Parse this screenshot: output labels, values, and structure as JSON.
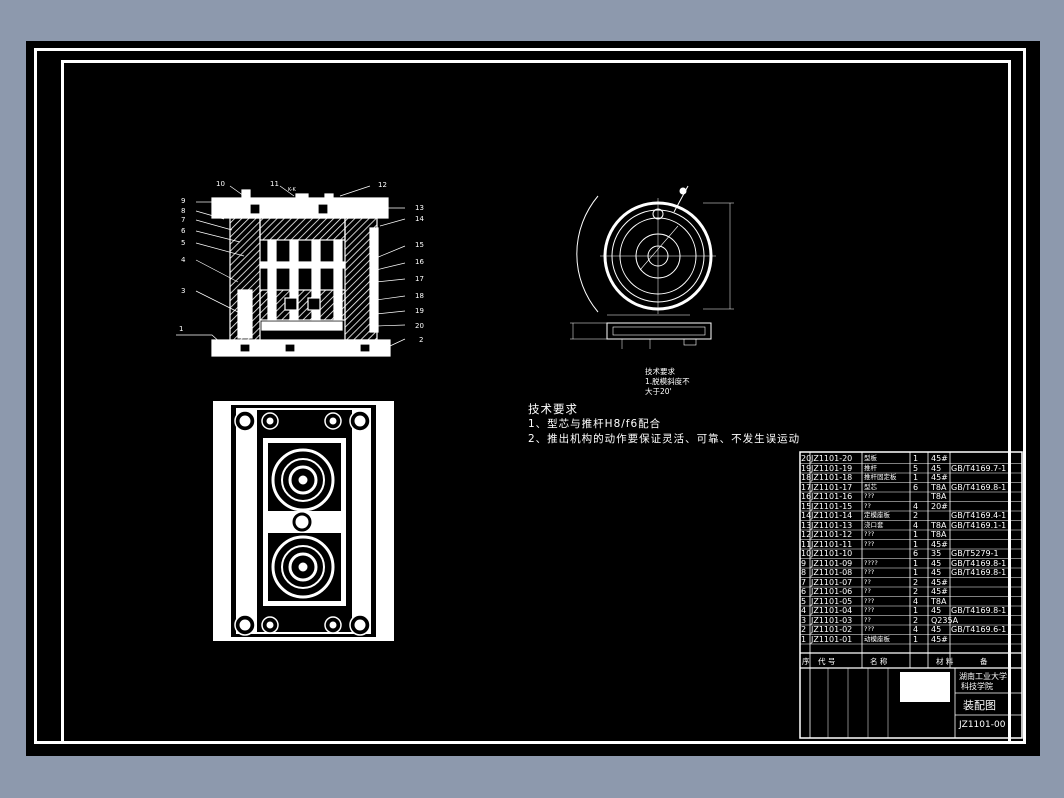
{
  "notes": {
    "title": "技术要求",
    "line1": "1、型芯与推杆H8/f6配合",
    "line2": "2、推出机构的动作要保证灵活、可靠、不发生误运动"
  },
  "section_label": "K-K",
  "detail_notes": {
    "line1": "技术要求",
    "line2": "1.脱模斜度不",
    "line3": "大于20'"
  },
  "balloons": {
    "left": [
      "9",
      "8",
      "7",
      "6",
      "5",
      "4",
      "3",
      "1"
    ],
    "top": [
      "10",
      "11",
      "12"
    ],
    "right": [
      "13",
      "14",
      "15",
      "16",
      "17",
      "18",
      "19",
      "20",
      "2"
    ]
  },
  "bom": [
    {
      "no": "20",
      "code": "JZ1101-20",
      "name": "型板",
      "qty": "1",
      "mat": "45#",
      "std": ""
    },
    {
      "no": "19",
      "code": "JZ1101-19",
      "name": "推杆",
      "qty": "5",
      "mat": "45",
      "std": "GB/T4169.7-1"
    },
    {
      "no": "18",
      "code": "JZ1101-18",
      "name": "推杆固定板",
      "qty": "1",
      "mat": "45#",
      "std": ""
    },
    {
      "no": "17",
      "code": "JZ1101-17",
      "name": "型芯",
      "qty": "6",
      "mat": "T8A",
      "std": "GB/T4169.8-1"
    },
    {
      "no": "16",
      "code": "JZ1101-16",
      "name": "???",
      "qty": "",
      "mat": "T8A",
      "std": ""
    },
    {
      "no": "15",
      "code": "JZ1101-15",
      "name": "??",
      "qty": "4",
      "mat": "20#",
      "std": ""
    },
    {
      "no": "14",
      "code": "JZ1101-14",
      "name": "定模座板",
      "qty": "2",
      "mat": "",
      "std": "GB/T4169.4-1"
    },
    {
      "no": "13",
      "code": "JZ1101-13",
      "name": "浇口套",
      "qty": "4",
      "mat": "T8A",
      "std": "GB/T4169.1-1"
    },
    {
      "no": "12",
      "code": "JZ1101-12",
      "name": "???",
      "qty": "1",
      "mat": "T8A",
      "std": ""
    },
    {
      "no": "11",
      "code": "JZ1101-11",
      "name": "???",
      "qty": "1",
      "mat": "45#",
      "std": ""
    },
    {
      "no": "10",
      "code": "JZ1101-10",
      "name": "",
      "qty": "6",
      "mat": "35",
      "std": "GB/T5279-1"
    },
    {
      "no": "9",
      "code": "JZ1101-09",
      "name": "????",
      "qty": "1",
      "mat": "45",
      "std": "GB/T4169.8-1"
    },
    {
      "no": "8",
      "code": "JZ1101-08",
      "name": "???",
      "qty": "1",
      "mat": "45",
      "std": "GB/T4169.8-1"
    },
    {
      "no": "7",
      "code": "JZ1101-07",
      "name": "??",
      "qty": "2",
      "mat": "45#",
      "std": ""
    },
    {
      "no": "6",
      "code": "JZ1101-06",
      "name": "??",
      "qty": "2",
      "mat": "45#",
      "std": ""
    },
    {
      "no": "5",
      "code": "JZ1101-05",
      "name": "???",
      "qty": "4",
      "mat": "T8A",
      "std": ""
    },
    {
      "no": "4",
      "code": "JZ1101-04",
      "name": "???",
      "qty": "1",
      "mat": "45",
      "std": "GB/T4169.8-1"
    },
    {
      "no": "3",
      "code": "JZ1101-03",
      "name": "??",
      "qty": "2",
      "mat": "Q235A",
      "std": ""
    },
    {
      "no": "2",
      "code": "JZ1101-02",
      "name": "???",
      "qty": "4",
      "mat": "45",
      "std": "GB/T4169.6-1"
    },
    {
      "no": "1",
      "code": "JZ1101-01",
      "name": "动模座板",
      "qty": "1",
      "mat": "45#",
      "std": ""
    }
  ],
  "bom_header": {
    "no": "序",
    "code": "代 号",
    "name": "名 称 ",
    "mat": "材 料",
    "std": "备"
  },
  "title_block": {
    "school_line1": "湖南工业大学",
    "school_line2": "科技学院",
    "drawing_name": "装配图",
    "drawing_no": "JZ1101-00"
  }
}
